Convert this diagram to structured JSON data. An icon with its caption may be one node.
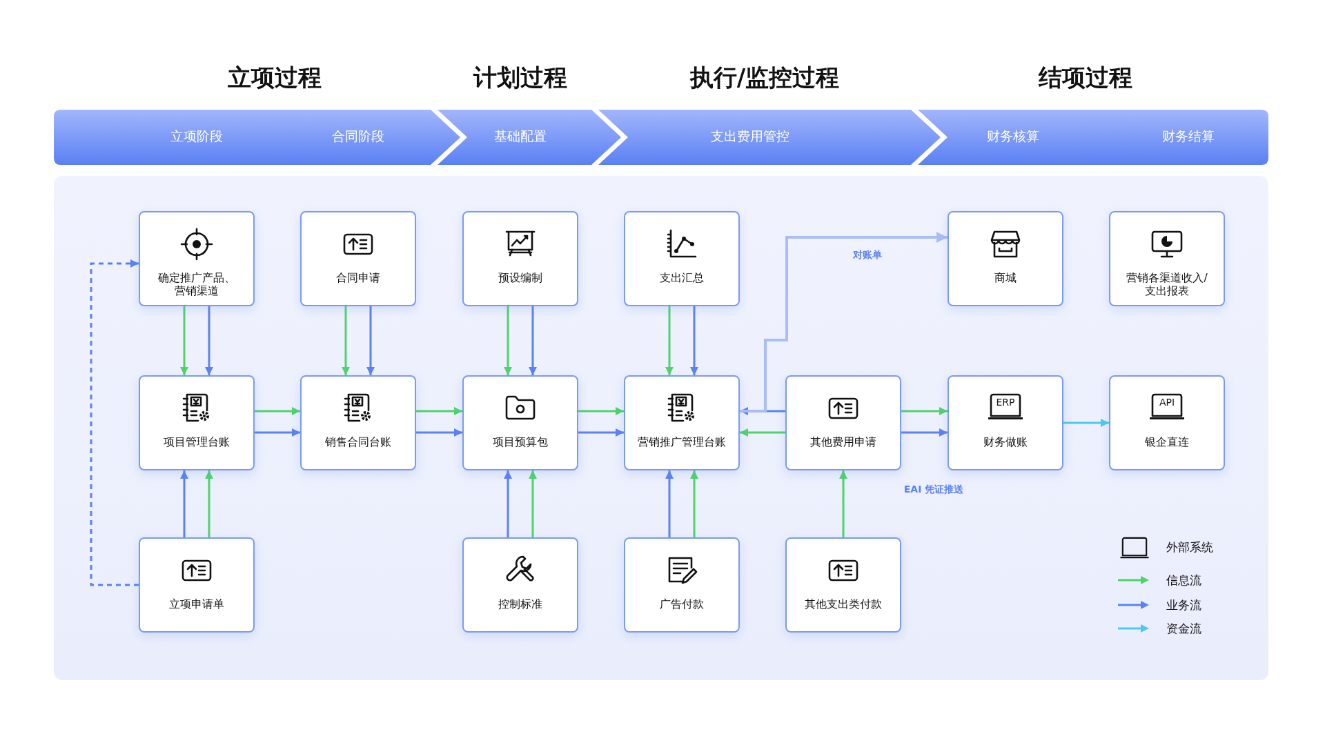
{
  "diagram": {
    "nodes": [
      {
        "text": [
          "确定推广产品、营销渠道"
        ]
      },
      {
        "text": [
          "合同申请"
        ]
      },
      {
        "text": [
          "预设编制"
        ]
      },
      {
        "text": [
          "支出汇总"
        ]
      },
      {
        "text": [
          "商城"
        ]
      },
      {
        "text": [
          "营销各渠道收入/支出报表"
        ]
      },
      {
        "text": [
          "项目管理台账"
        ]
      },
      {
        "text": [
          "销售合同台账"
        ]
      },
      {
        "text": [
          "项目预算包"
        ]
      },
      {
        "text": [
          "营销推广管理台账"
        ]
      },
      {
        "text": [
          "其他费用申请"
        ]
      },
      {
        "text": [
          "ERP",
          "财务做账"
        ]
      },
      {
        "text": [
          "API",
          "银企直连"
        ]
      },
      {
        "text": [
          "立项申请单"
        ]
      },
      {
        "text": [
          "控制标准"
        ]
      },
      {
        "text": [
          "广告付款"
        ]
      },
      {
        "text": [
          "其他支出类付款"
        ]
      }
    ],
    "edges": [
      {
        "from": 0,
        "to": 6,
        "arrow": "to",
        "color": "#4fd46a"
      },
      {
        "from": 0,
        "to": 6,
        "arrow": "to",
        "color": "#5b82f5"
      },
      {
        "from": 1,
        "to": 7,
        "arrow": "to",
        "color": "#4fd46a"
      },
      {
        "from": 1,
        "to": 7,
        "arrow": "to",
        "color": "#5b82f5"
      },
      {
        "from": 2,
        "to": 8,
        "arrow": "to",
        "color": "#4fd46a"
      },
      {
        "from": 2,
        "to": 8,
        "arrow": "to",
        "color": "#5b82f5"
      },
      {
        "from": 3,
        "to": 9,
        "arrow": "to",
        "color": "#4fd46a"
      },
      {
        "from": 3,
        "to": 9,
        "arrow": "to",
        "color": "#5b82f5"
      },
      {
        "from": 6,
        "to": 7,
        "arrow": "to",
        "color": "#4fd46a"
      },
      {
        "from": 6,
        "to": 7,
        "arrow": "to",
        "color": "#5b82f5"
      },
      {
        "from": 7,
        "to": 8,
        "arrow": "to",
        "color": "#4fd46a"
      },
      {
        "from": 7,
        "to": 8,
        "arrow": "to",
        "color": "#5b82f5"
      },
      {
        "from": 8,
        "to": 9,
        "arrow": "to",
        "color": "#4fd46a"
      },
      {
        "from": 8,
        "to": 9,
        "arrow": "to",
        "color": "#5b82f5"
      },
      {
        "from": 10,
        "to": 9,
        "arrow": "to",
        "color": "#5b82f5"
      },
      {
        "from": 10,
        "to": 9,
        "arrow": "to",
        "color": "#4fd46a"
      },
      {
        "from": 10,
        "to": 11,
        "arrow": "to",
        "color": "#4fd46a"
      },
      {
        "from": 10,
        "to": 11,
        "arrow": "to",
        "color": "#5b82f5"
      },
      {
        "from": 11,
        "to": 12,
        "arrow": "to",
        "color": "#4cc9f0"
      },
      {
        "from": 13,
        "to": 6,
        "arrow": "to",
        "color": "#5b82f5"
      },
      {
        "from": 13,
        "to": 6,
        "arrow": "to",
        "color": "#4fd46a"
      },
      {
        "from": 14,
        "to": 8,
        "arrow": "to",
        "color": "#5b82f5"
      },
      {
        "from": 14,
        "to": 8,
        "arrow": "to",
        "color": "#4fd46a"
      },
      {
        "from": 15,
        "to": 9,
        "arrow": "to",
        "color": "#5b82f5"
      },
      {
        "from": 15,
        "to": 9,
        "arrow": "to",
        "color": "#4fd46a"
      },
      {
        "from": 16,
        "to": 10,
        "arrow": "to",
        "color": "#4fd46a"
      },
      {
        "from": 9,
        "to": 4,
        "arrow": "both",
        "label": "对账单",
        "color": "#a9bdf9"
      },
      {
        "from": 13,
        "to": 0,
        "arrow": "both",
        "style": "dashed",
        "color": "#5b82f5"
      }
    ],
    "labels": [
      "立项过程",
      "计划过程",
      "执行/监控过程",
      "结项过程",
      "立项阶段",
      "合同阶段",
      "基础配置",
      "支出费用管控",
      "财务核算",
      "财务结算",
      "EAI 凭证推送"
    ],
    "legend": [
      {
        "text": "外部系统"
      },
      {
        "text": "信息流",
        "color": "#4fd46a"
      },
      {
        "text": "业务流",
        "color": "#5b82f5"
      },
      {
        "text": "资金流",
        "color": "#4cc9f0"
      }
    ]
  }
}
